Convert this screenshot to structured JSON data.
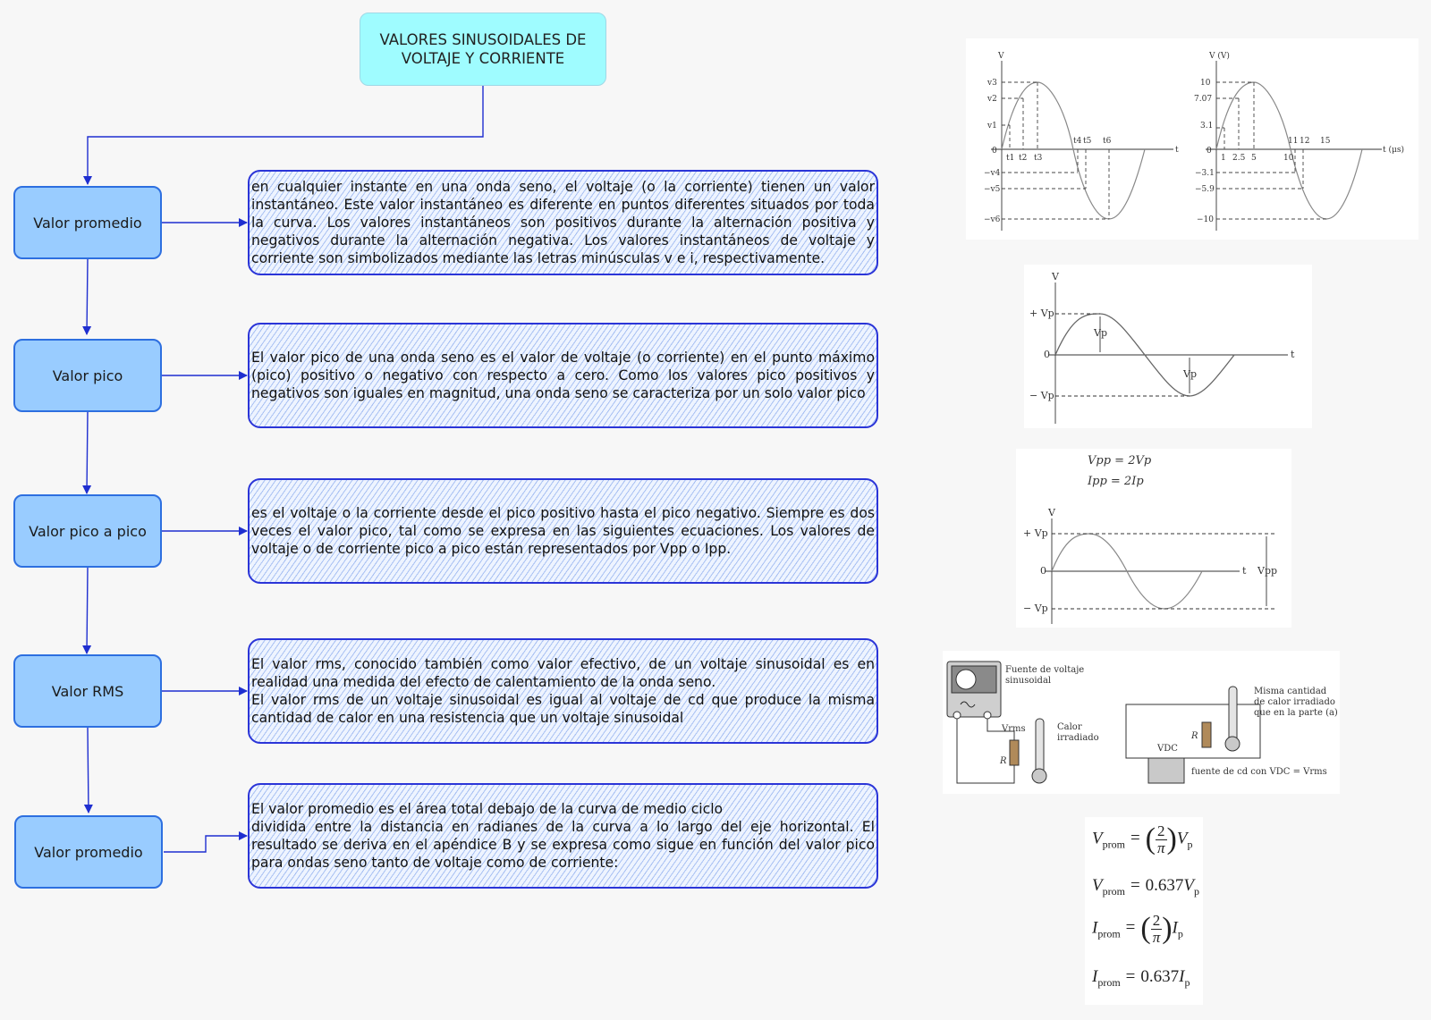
{
  "title": "VALORES SINUSOIDALES DE VOLTAJE Y CORRIENTE",
  "nodes": [
    {
      "label": "Valor promedio",
      "text": "en cualquier instante en una onda seno, el voltaje (o la corriente) tienen un valor instantáneo. Este valor instantáneo es diferente en puntos diferentes situados por toda la curva. Los valores instantáneos son positivos durante la alternación positiva y negativos durante la alternación negativa. Los valores instantáneos de voltaje y corriente son simbolizados mediante las letras minúsculas v e i, respectivamente."
    },
    {
      "label": "Valor pico",
      "text": "El valor pico de una onda seno es el valor de voltaje (o corriente) en el punto máximo (pico) positivo o negativo con respecto a cero. Como los valores pico positivos y negativos son iguales en magnitud, una onda seno se caracteriza por un solo valor pico"
    },
    {
      "label": "Valor pico a pico",
      "text": "es el voltaje o la corriente desde el pico positivo hasta el pico negativo. Siempre es dos veces el valor pico, tal como se expresa en las siguientes ecuaciones. Los valores de voltaje o de corriente pico a pico están representados por Vpp o Ipp."
    },
    {
      "label": "Valor RMS",
      "text": "El valor rms, conocido también como valor efectivo, de un voltaje sinusoidal es en realidad una medida del efecto de calentamiento de la onda seno.\nEl valor rms de un voltaje sinusoidal es igual al voltaje de cd que produce la misma cantidad de calor en una resistencia que un voltaje sinusoidal"
    },
    {
      "label": "Valor promedio",
      "text": "El valor promedio es el área total debajo de la curva de medio ciclo\ndividida entre la distancia en radianes de la curva a lo largo del eje horizontal. El resultado se deriva en el apéndice B y se expresa como sigue en función del valor pico para ondas seno tanto de voltaje como de corriente:"
    }
  ],
  "fig1": {
    "left": {
      "v": "V",
      "t": "t",
      "zero": "0",
      "y_pos": [
        "v3",
        "v2",
        "v1"
      ],
      "y_neg": [
        "−v4",
        "−v5",
        "−v6"
      ],
      "t_low": [
        "t1",
        "t2",
        "t3"
      ],
      "t_high": [
        "t4",
        "t5",
        "t6"
      ]
    },
    "right": {
      "v": "V (V)",
      "t": "t (μs)",
      "zero": "0",
      "y_ticks": [
        "10",
        "7.07",
        "3.1",
        "−3.1",
        "−5.9",
        "−10"
      ],
      "x_low": [
        "1",
        "2.5",
        "5"
      ],
      "x_high": [
        "10",
        "11",
        "12",
        "15"
      ]
    }
  },
  "fig2": {
    "v": "V",
    "t": "t",
    "zero": "0",
    "plus": "+ Vp",
    "minus": "− Vp",
    "vp": "Vp"
  },
  "fig3": {
    "eq1": "Vpp = 2Vp",
    "eq2": "Ipp = 2Ip",
    "v": "V",
    "t": "t",
    "zero": "0",
    "plus": "+ Vp",
    "minus": "− Vp",
    "vpp": "Vpp"
  },
  "fig4": {
    "source_l1": "Fuente de voltaje",
    "source_l2": "sinusoidal",
    "vrms": "Vrms",
    "r": "R",
    "heat_l1": "Calor",
    "heat_l2": "irradiado",
    "same_l1": "Misma cantidad",
    "same_l2": "de calor irradiado",
    "same_l3": "que en la parte (a)",
    "vdc": "VDC",
    "dc_source": "fuente de cd con VDC = Vrms"
  },
  "formulas": [
    {
      "lhs": "V",
      "lhs_sub": "prom",
      "rhs_var": "V",
      "rhs_sub": "p",
      "num": "2",
      "den": "π",
      "coef": "0.637"
    },
    {
      "lhs": "I",
      "lhs_sub": "prom",
      "rhs_var": "I",
      "rhs_sub": "p",
      "num": "2",
      "den": "π",
      "coef": "0.637"
    }
  ]
}
